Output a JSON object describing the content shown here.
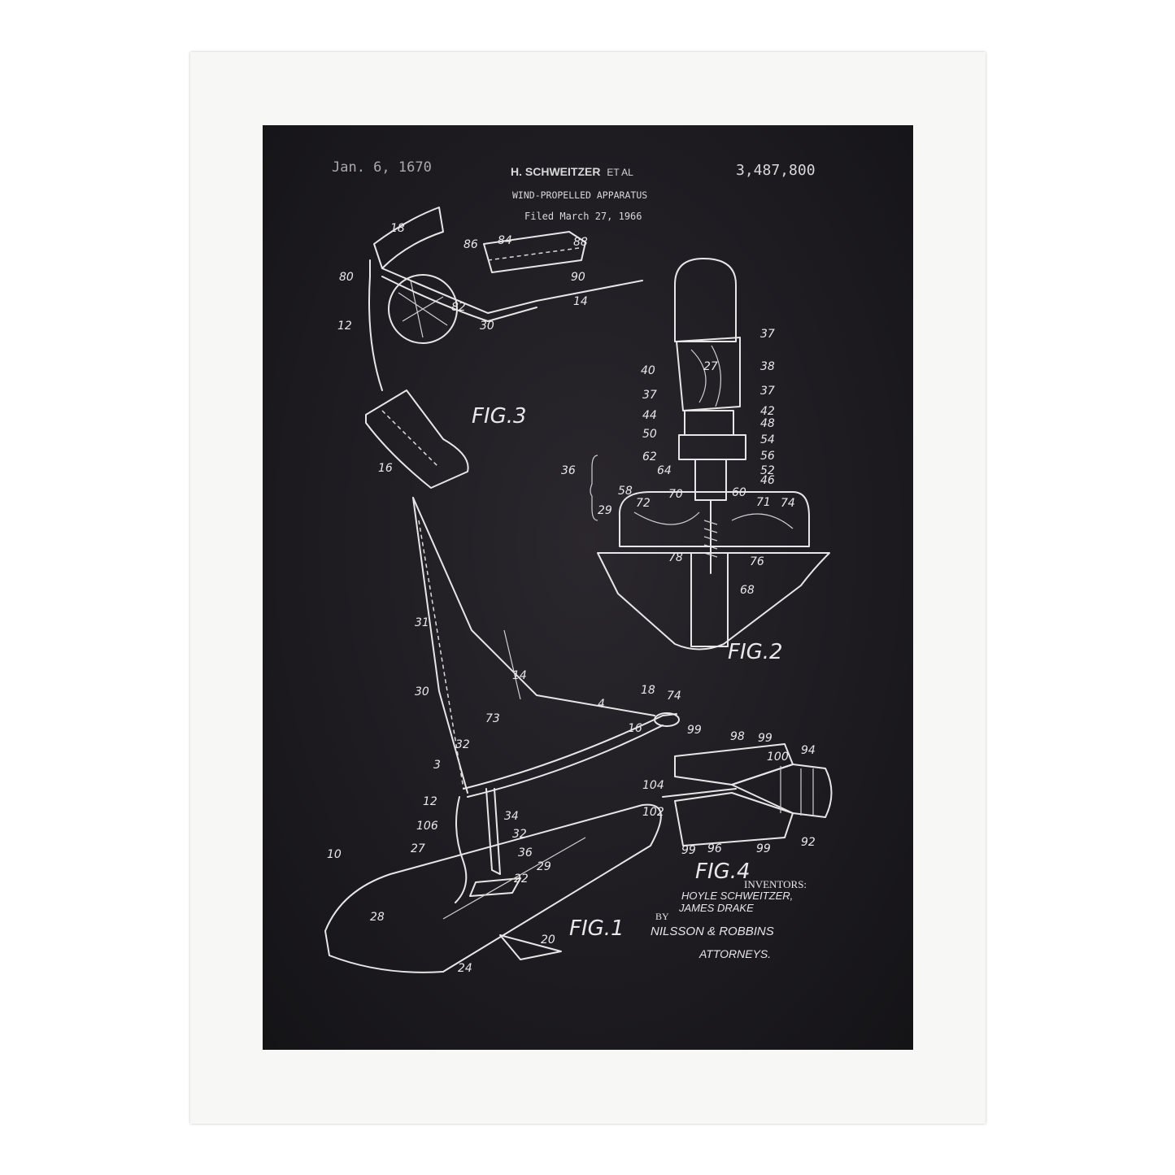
{
  "header": {
    "date": "Jan. 6, 1670",
    "inventor_line": "H. SCHWEITZER",
    "et_al": "ET AL",
    "patent_number": "3,487,800",
    "title": "WIND-PROPELLED APPARATUS",
    "filed": "Filed March 27, 1966"
  },
  "figures": {
    "fig1": "FIG.1",
    "fig2": "FIG.2",
    "fig3": "FIG.3",
    "fig4": "FIG.4"
  },
  "callouts": {
    "fig3": [
      "86",
      "84",
      "88",
      "90",
      "18",
      "14",
      "80",
      "82",
      "30",
      "12",
      "16"
    ],
    "fig2": [
      "37",
      "40",
      "27",
      "38",
      "37",
      "37",
      "42",
      "44",
      "48",
      "50",
      "54",
      "56",
      "62",
      "64",
      "52",
      "46",
      "36",
      "58",
      "70",
      "60",
      "72",
      "71",
      "74",
      "29",
      "78",
      "76",
      "68"
    ],
    "fig1": [
      "31",
      "14",
      "30",
      "18",
      "74",
      "4",
      "16",
      "73",
      "32",
      "3",
      "12",
      "34",
      "106",
      "32",
      "27",
      "36",
      "29",
      "22",
      "10",
      "28",
      "20",
      "24"
    ],
    "fig4": [
      "99",
      "98",
      "99",
      "100",
      "94",
      "104",
      "102",
      "92",
      "99",
      "96",
      "99"
    ]
  },
  "signature": {
    "inventors_label": "INVENTORS:",
    "inventor1": "HOYLE SCHWEITZER,",
    "inventor2": "JAMES DRAKE",
    "by": "BY",
    "attorneys_name": "NILSSON & ROBBINS",
    "attorneys_label": "ATTORNEYS."
  }
}
